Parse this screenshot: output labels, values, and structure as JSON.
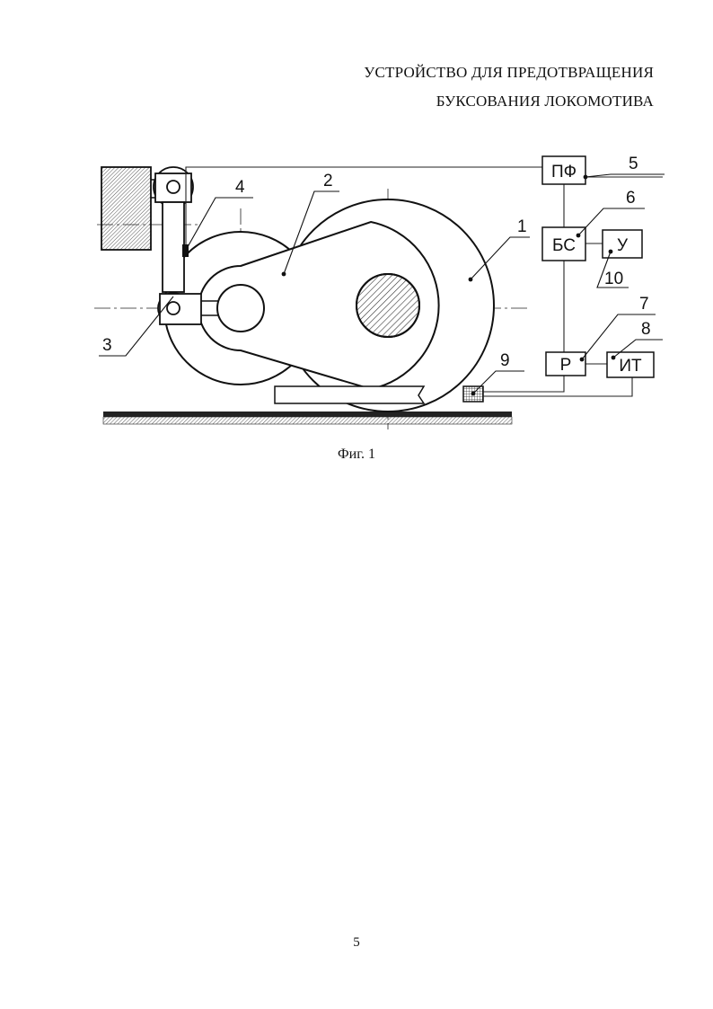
{
  "document": {
    "title_line1": "УСТРОЙСТВО ДЛЯ ПРЕДОТВРАЩЕНИЯ",
    "title_line2": "БУКСОВАНИЯ ЛОКОМОТИВА",
    "caption": "Фиг. 1",
    "page_number": "5"
  },
  "diagram": {
    "blocks": {
      "pf": "ПФ",
      "bs": "БС",
      "u": "У",
      "r": "Р",
      "it": "ИТ"
    },
    "callouts": {
      "n1": "1",
      "n2": "2",
      "n3": "3",
      "n4": "4",
      "n5": "5",
      "n6": "6",
      "n7": "7",
      "n8": "8",
      "n9": "9",
      "n10": "10"
    }
  }
}
